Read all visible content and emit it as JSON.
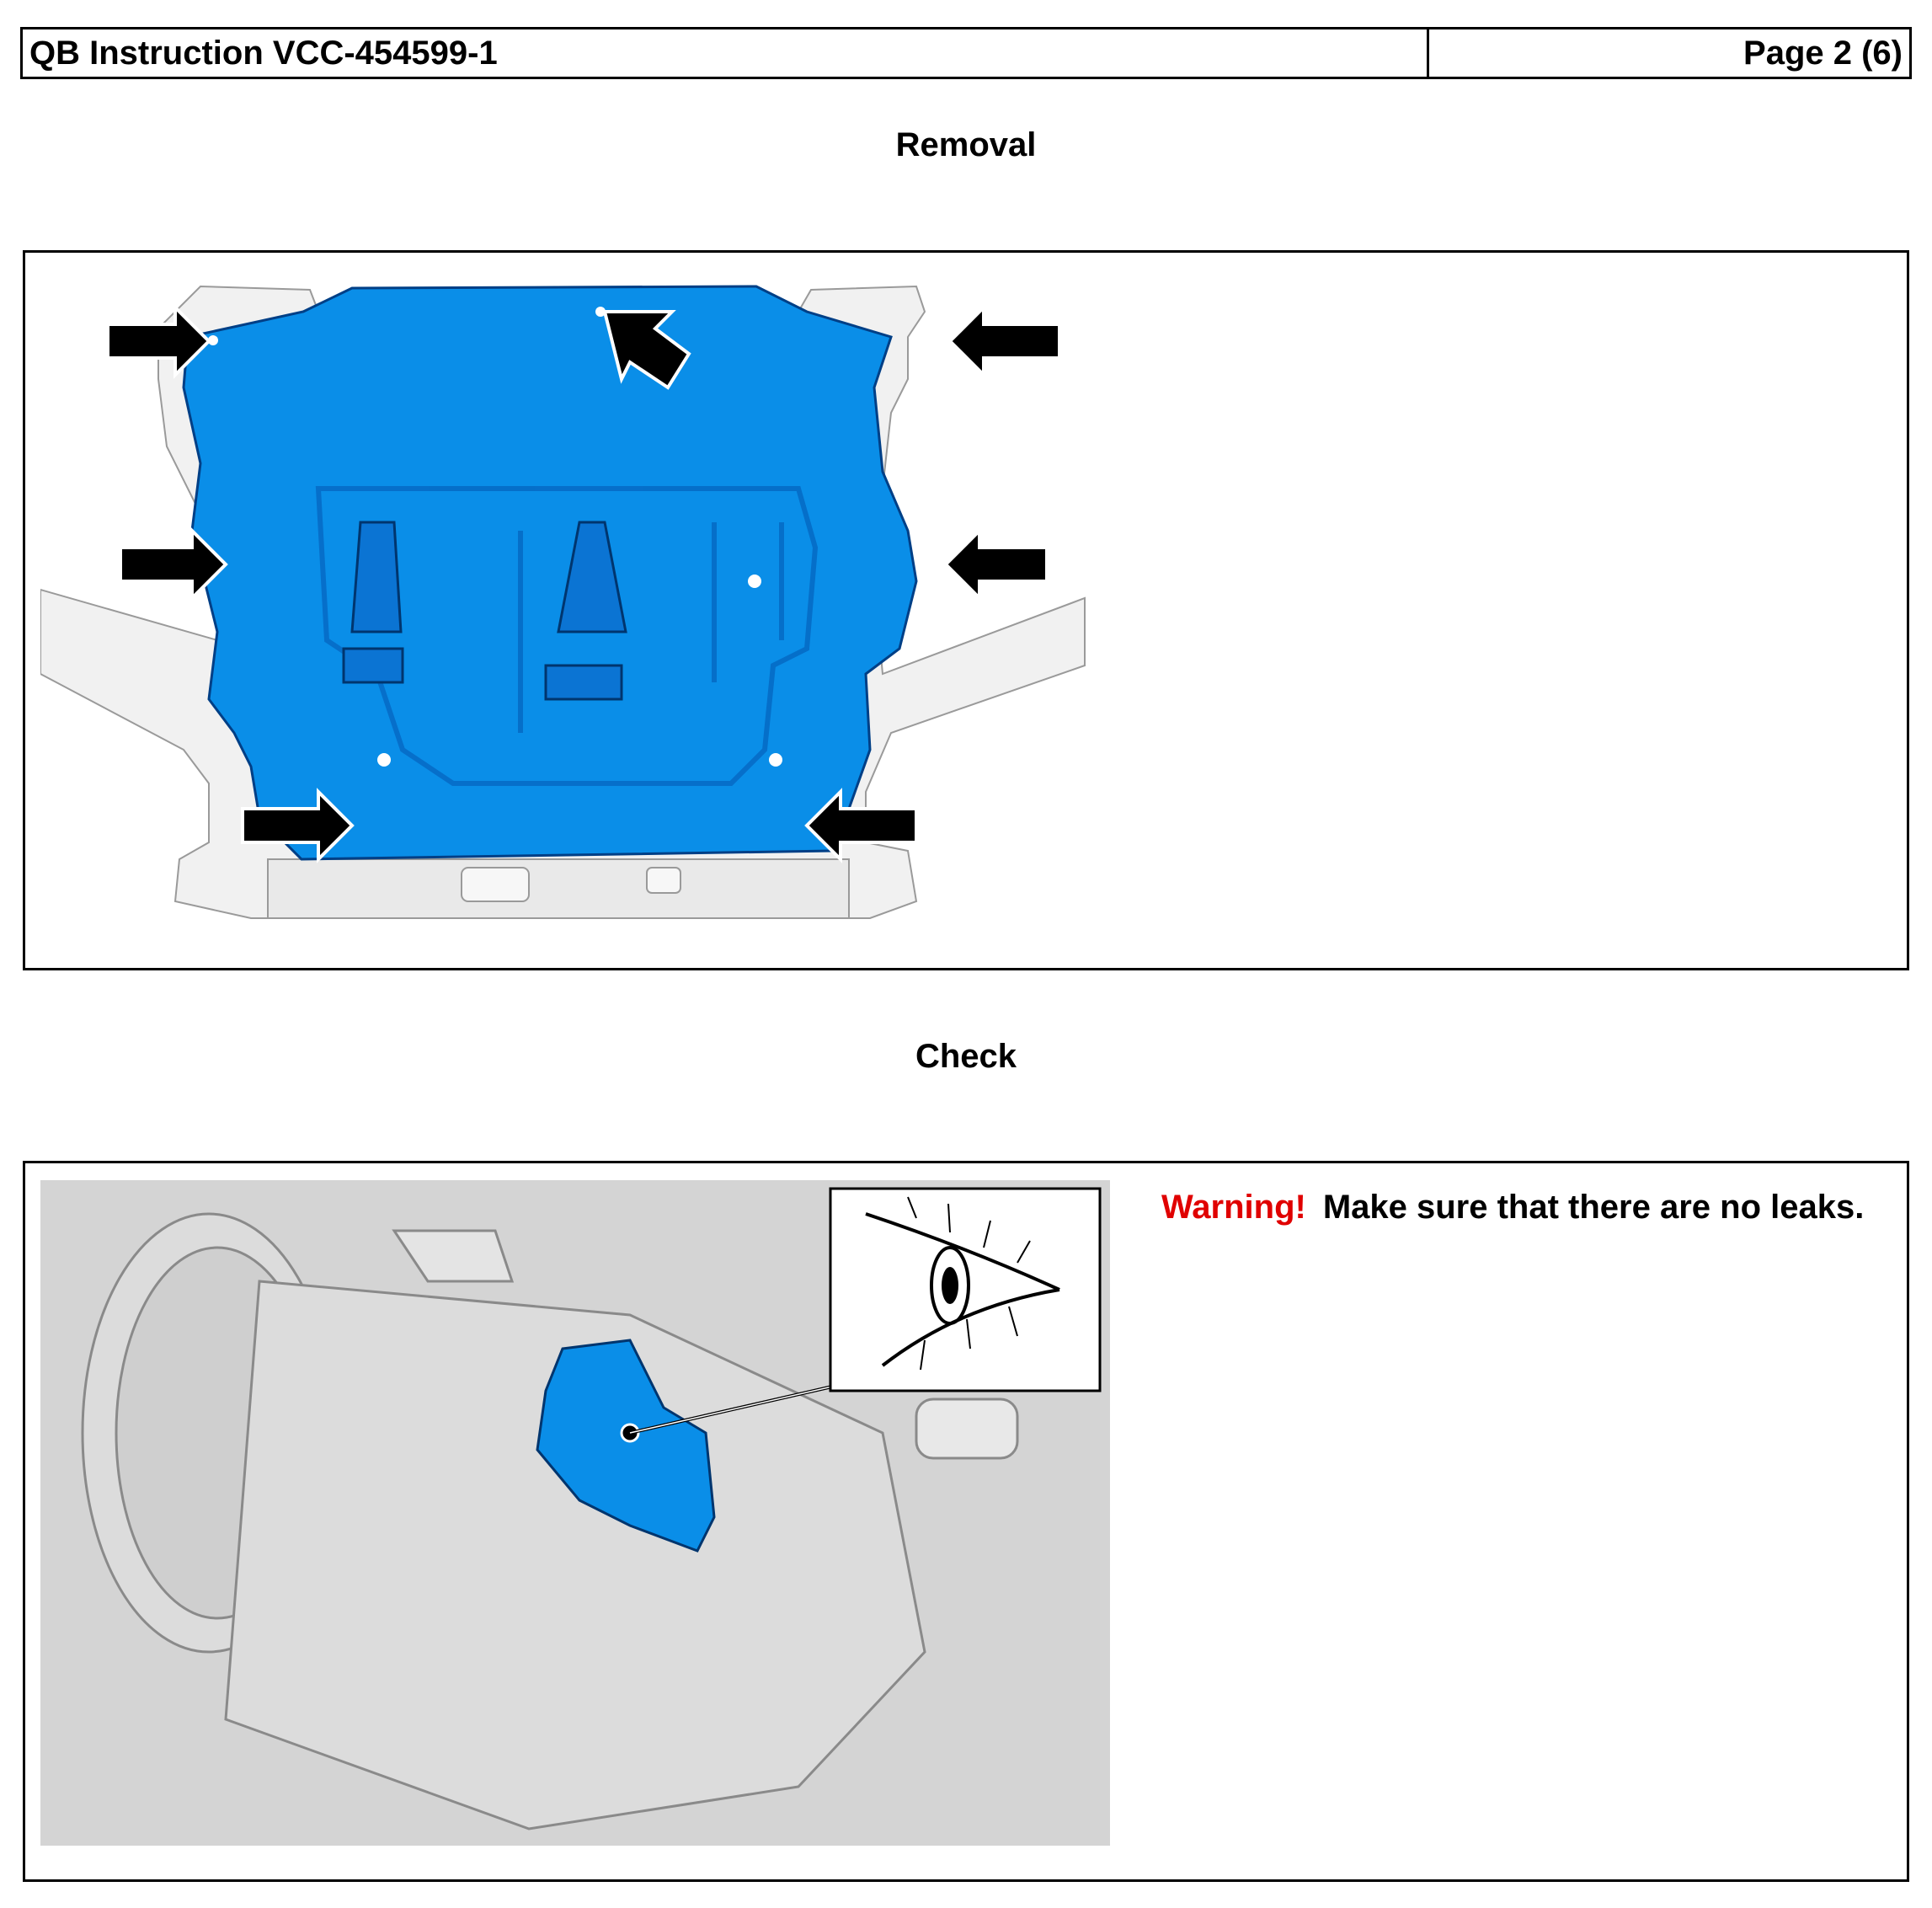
{
  "header": {
    "doc_id": "QB Instruction VCC-454599-1",
    "page": "Page 2 (6)"
  },
  "sections": [
    {
      "title": "Removal"
    },
    {
      "title": "Check"
    }
  ],
  "check": {
    "warning_label": "Warning!",
    "warning_text": "Make sure that there are no leaks."
  },
  "colors": {
    "highlight_blue": "#0a8ee8",
    "warning_red": "#e00000"
  }
}
